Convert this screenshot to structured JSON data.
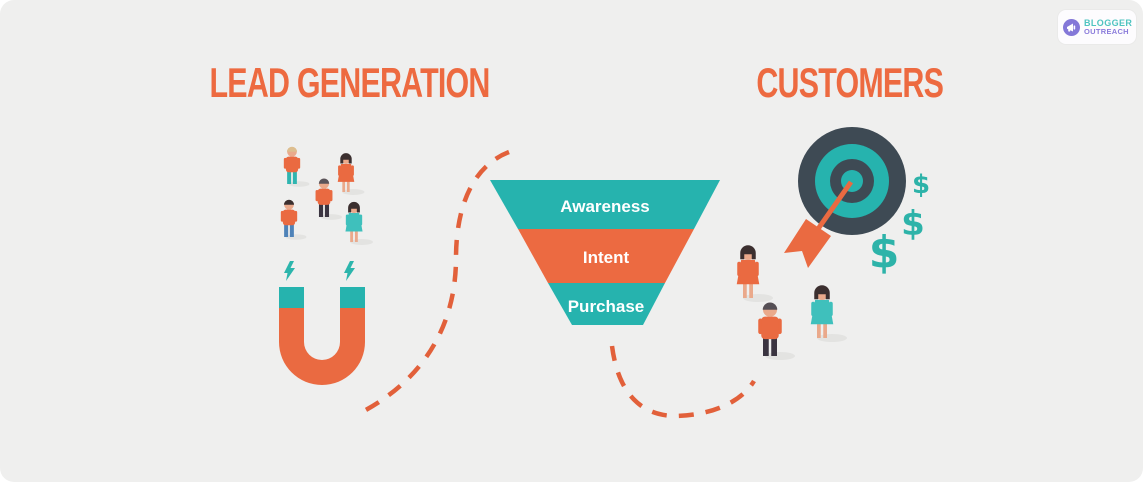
{
  "titles": {
    "left": "LEAD GENERATION",
    "right": "CUSTOMERS"
  },
  "funnel": {
    "stages": [
      {
        "label": "Awareness",
        "color": "#26B3AE"
      },
      {
        "label": "Intent",
        "color": "#EC6A41"
      },
      {
        "label": "Purchase",
        "color": "#26B3AE"
      }
    ]
  },
  "dollars": [
    "$",
    "$",
    "$"
  ],
  "logo": {
    "line1": "BLOGGER",
    "line2": "OUTREACH",
    "colors": {
      "line1": "#4FC4C0",
      "line2": "#8B7CDB",
      "badge": "#8478D8"
    }
  },
  "people": {
    "left_group_count": 5,
    "right_group_count": 3
  },
  "icons": {
    "logo_badge": "megaphone-icon",
    "attraction": "magnet-icon",
    "energy": "lightning-bolt-icon",
    "goal": "target-icon",
    "hit": "dart-arrow-icon",
    "revenue": "dollar-sign-icon"
  },
  "colors": {
    "background": "#EFEFEE",
    "orange": "#EA6A41",
    "teal": "#26B3AE",
    "dark_navy": "#3E4A54",
    "dashed_line": "#E2603A",
    "skin": "#EAA98B",
    "shadow": "#E3E3E1"
  }
}
